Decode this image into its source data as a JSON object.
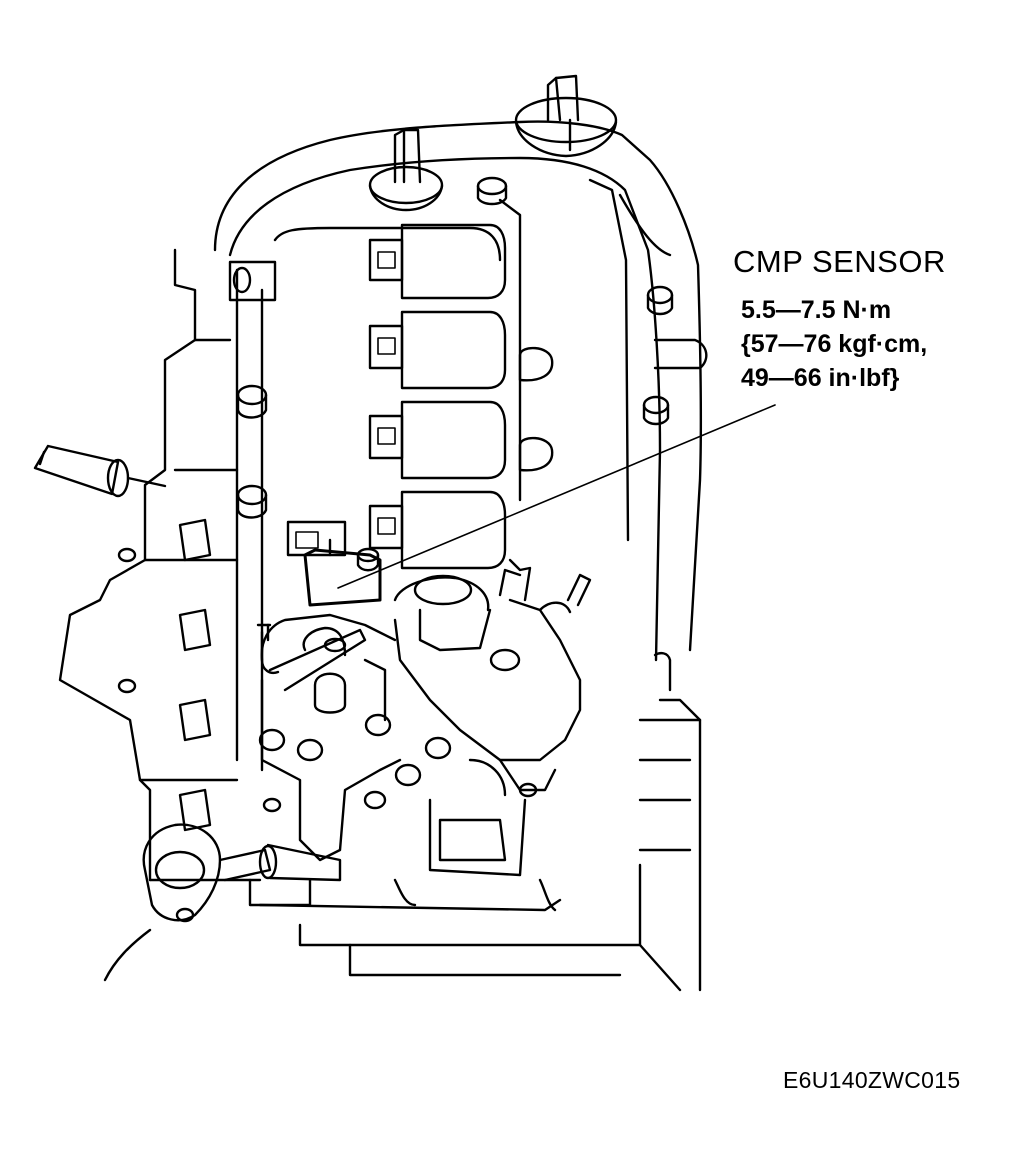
{
  "callout": {
    "title": "CMP SENSOR",
    "torque_lines": [
      "5.5—7.5 N·m",
      "{57—76 kgf·cm,",
      "49—66 in·lbf}"
    ]
  },
  "figure_code": "E6U140ZWC015"
}
